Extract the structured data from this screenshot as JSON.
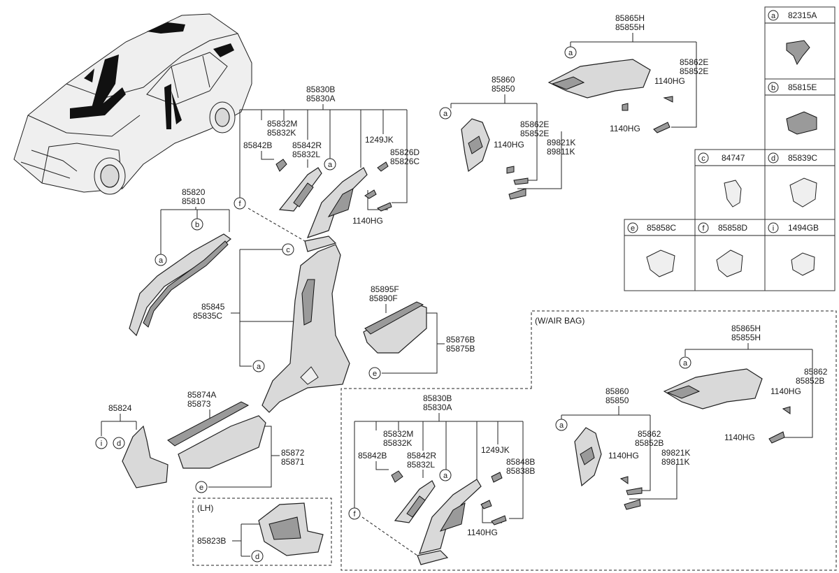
{
  "legend_a": {
    "letter": "a",
    "part": "82315A"
  },
  "legend_b": {
    "letter": "b",
    "part": "85815E"
  },
  "legend_c": {
    "letter": "c",
    "part": "84747"
  },
  "legend_d": {
    "letter": "d",
    "part": "85839C"
  },
  "legend_e": {
    "letter": "e",
    "part": "85858C"
  },
  "legend_f": {
    "letter": "f",
    "part": "85858D"
  },
  "legend_i": {
    "letter": "i",
    "part": "1494GB"
  },
  "airbag_label": "(W/AIR BAG)",
  "lh_label": "(LH)",
  "labels": {
    "p85865H": "85865H",
    "p85855H": "85855H",
    "p85862E": "85862E",
    "p85852E": "85852E",
    "p1140HG_a": "1140HG",
    "p1140HG_b": "1140HG",
    "p85860": "85860",
    "p85850": "85850",
    "p85862E_b": "85862E",
    "p85852E_b": "85852E",
    "p1140HG_c": "1140HG",
    "p89821K": "89821K",
    "p89811K": "89811K",
    "p85830B": "85830B",
    "p85830A": "85830A",
    "p85832M": "85832M",
    "p85832K": "85832K",
    "p85842B": "85842B",
    "p85842R": "85842R",
    "p85832L": "85832L",
    "p1249JK": "1249JK",
    "p85826D": "85826D",
    "p85826C": "85826C",
    "p1140HG_d": "1140HG",
    "p85820": "85820",
    "p85810": "85810",
    "p85845": "85845",
    "p85835C": "85835C",
    "p85895F": "85895F",
    "p85890F": "85890F",
    "p85876B": "85876B",
    "p85875B": "85875B",
    "p85824": "85824",
    "p85874A": "85874A",
    "p85873": "85873",
    "p85872": "85872",
    "p85871": "85871",
    "p85823B": "85823B",
    "w85865H": "85865H",
    "w85855H": "85855H",
    "w85862": "85862",
    "w85852B": "85852B",
    "w1140HG_a": "1140HG",
    "w1140HG_b": "1140HG",
    "w85860": "85860",
    "w85850": "85850",
    "w85862_b": "85862",
    "w85852B_b": "85852B",
    "w1140HG_c": "1140HG",
    "w89821K": "89821K",
    "w89811K": "89811K",
    "w85830B": "85830B",
    "w85830A": "85830A",
    "w85832M": "85832M",
    "w85832K": "85832K",
    "w85842B": "85842B",
    "w85842R": "85842R",
    "w85832L": "85832L",
    "w1249JK": "1249JK",
    "w85848B": "85848B",
    "w85838B": "85838B",
    "w1140HG_d": "1140HG"
  },
  "callouts": {
    "a1": "a",
    "b1": "b",
    "a2": "a",
    "c1": "c",
    "a3": "a",
    "f1": "f",
    "a4": "a",
    "a5": "a",
    "e1": "e",
    "e2": "e",
    "i1": "i",
    "d1": "d",
    "d2": "d",
    "a6": "a",
    "a7": "a",
    "a8": "a",
    "f2": "f"
  }
}
